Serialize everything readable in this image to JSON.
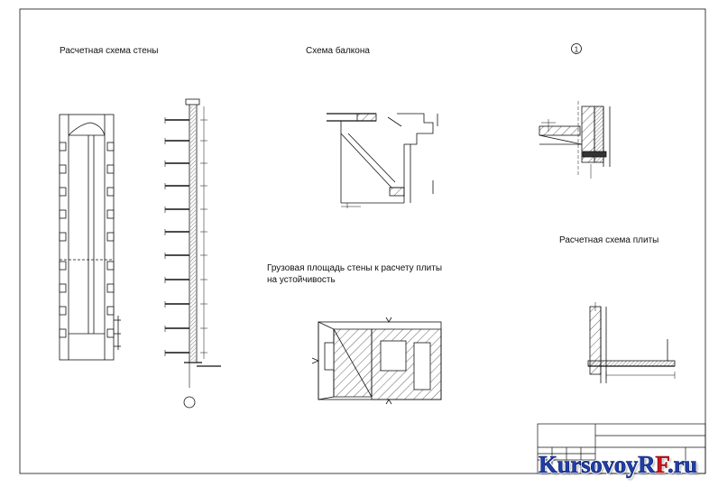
{
  "sheet": {
    "labels": {
      "wall_scheme": "Расчетная схема стены",
      "balcony_scheme": "Схема балкона",
      "slab_scheme": "Расчетная схема  плиты",
      "load_area_line1": "Грузовая площадь стены к расчету плиты",
      "load_area_line2": "на устойчивость"
    },
    "node_marker": "1"
  },
  "watermark": {
    "part1": "KursovoyR",
    "part2": "F",
    "part3": ".ru",
    "colors": {
      "blue": "#1e3fa8",
      "red": "#c8141e"
    }
  }
}
